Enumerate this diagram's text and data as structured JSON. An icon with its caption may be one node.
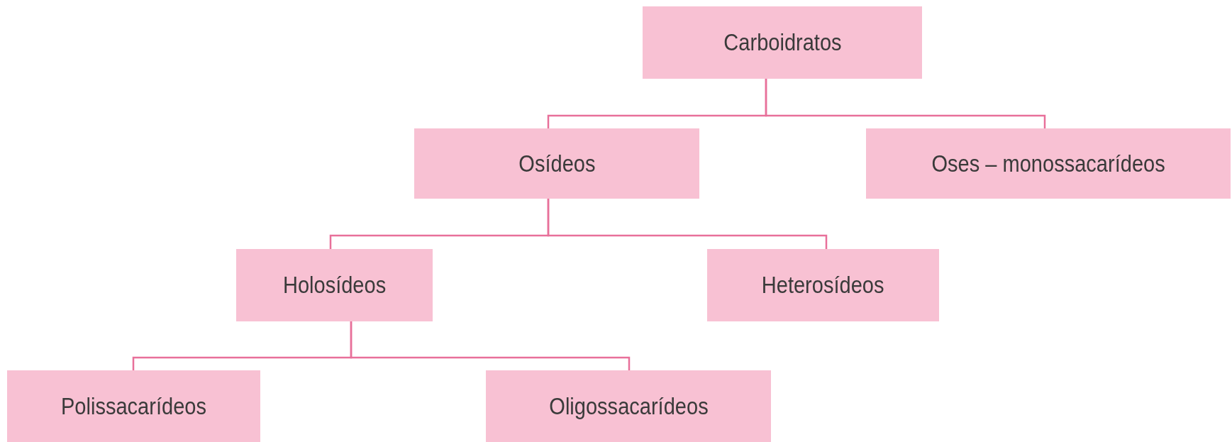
{
  "diagram": {
    "nodes": [
      {
        "text": [
          "Carboidratos"
        ]
      },
      {
        "text": [
          "Osídeos"
        ]
      },
      {
        "text": [
          "Oses – monossacarídeos"
        ]
      },
      {
        "text": [
          "Holosídeos"
        ]
      },
      {
        "text": [
          "Heterosídeos"
        ]
      },
      {
        "text": [
          "Polissacarídeos"
        ]
      },
      {
        "text": [
          "Oligossacarídeos"
        ]
      }
    ],
    "edges": [
      {
        "from": 0,
        "to": 1,
        "arrow": "none"
      },
      {
        "from": 0,
        "to": 2,
        "arrow": "none"
      },
      {
        "from": 1,
        "to": 3,
        "arrow": "none"
      },
      {
        "from": 1,
        "to": 4,
        "arrow": "none"
      },
      {
        "from": 3,
        "to": 5,
        "arrow": "none"
      },
      {
        "from": 3,
        "to": 6,
        "arrow": "none"
      }
    ]
  }
}
